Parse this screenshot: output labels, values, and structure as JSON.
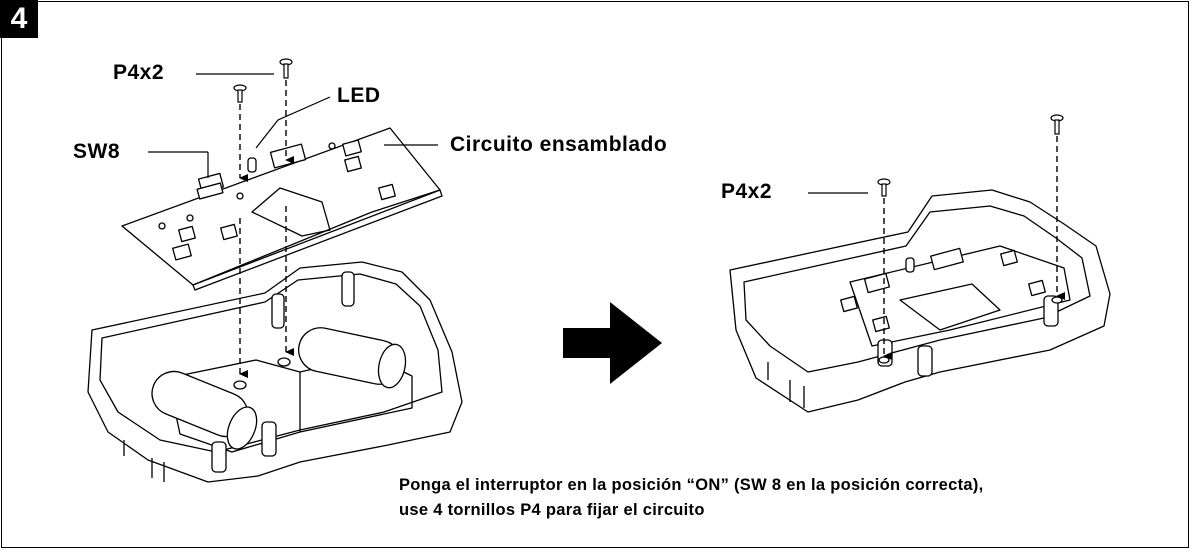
{
  "step": {
    "number": "4"
  },
  "labels": {
    "p4x2_left": "P4x2",
    "led": "LED",
    "sw8": "SW8",
    "board": "Circuito ensamblado",
    "p4x2_right": "P4x2"
  },
  "caption": {
    "line1": "Ponga el interruptor en la posición “ON” (SW 8 en la posición correcta),",
    "line2": "use 4 tornillos P4 para fijar el circuito"
  },
  "colors": {
    "line": "#000000",
    "fill": "#ffffff",
    "badge": "#000000"
  }
}
